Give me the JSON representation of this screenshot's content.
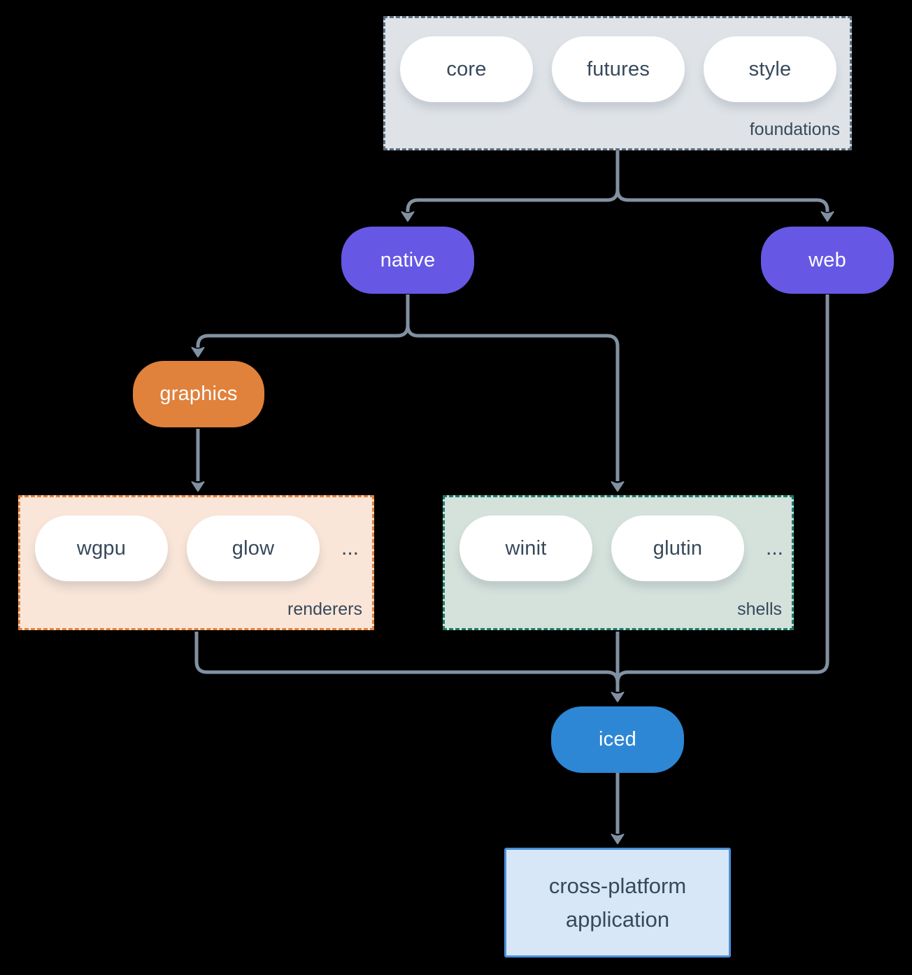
{
  "colors": {
    "background": "#000000",
    "connector": "#8191a1",
    "text-dark": "#37495a",
    "node-text-light": "#ffffff",
    "pill-bg": "#ffffff",
    "node-purple": "#6658e5",
    "node-orange": "#e0813c",
    "node-blue": "#2d87d5",
    "foundations-bg": "#dfe3e7",
    "foundations-border": "#5d6e80",
    "renderers-bg": "#fae6d8",
    "renderers-border": "#e5813a",
    "shells-bg": "#d5e2dc",
    "shells-border": "#1d7a69",
    "app-bg": "#d7e7f7",
    "app-border": "#4a90d8"
  },
  "groups": {
    "foundations": {
      "label": "foundations",
      "pills": [
        "core",
        "futures",
        "style"
      ]
    },
    "renderers": {
      "label": "renderers",
      "pills": [
        "wgpu",
        "glow"
      ],
      "ellipsis": "..."
    },
    "shells": {
      "label": "shells",
      "pills": [
        "winit",
        "glutin"
      ],
      "ellipsis": "..."
    }
  },
  "nodes": {
    "native": {
      "label": "native"
    },
    "web": {
      "label": "web"
    },
    "graphics": {
      "label": "graphics"
    },
    "iced": {
      "label": "iced"
    },
    "application": {
      "label": "cross-platform application"
    }
  }
}
